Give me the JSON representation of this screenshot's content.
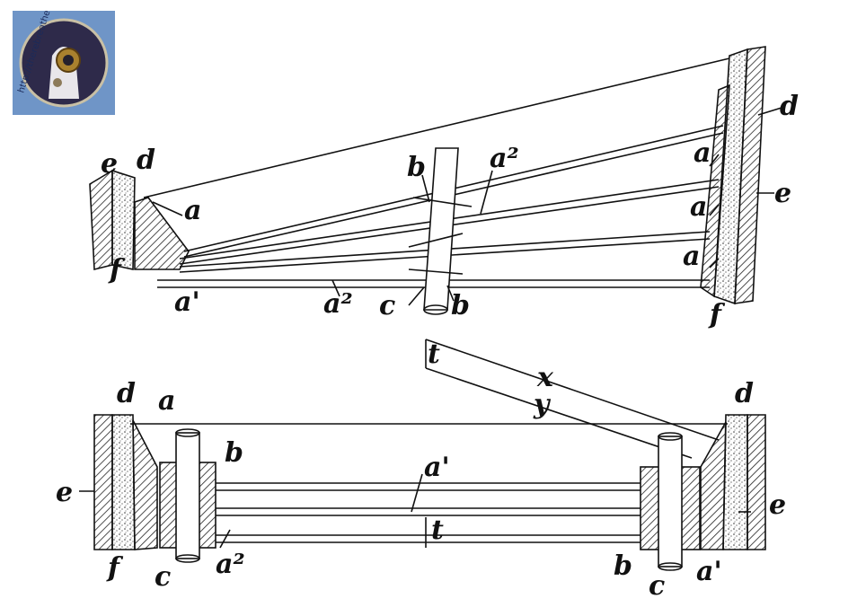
{
  "logo": {
    "url_text": "http://therebreathersite.nl"
  },
  "figure_top": {
    "labels": {
      "e_left": "e",
      "d_left": "d",
      "a_left": "a",
      "f_left": "f",
      "a_prime": "a'",
      "a2_bottom": "a²",
      "c": "c",
      "b_bottom": "b",
      "b_top": "b",
      "a2_top": "a²",
      "d_right": "d",
      "a_right_1": "a",
      "e_right": "e",
      "a_right_2": "a",
      "a_right_3": "a",
      "f_right": "f"
    }
  },
  "figure_bottom": {
    "labels": {
      "t_top": "t",
      "x": "x",
      "y": "y",
      "d_left": "d",
      "a_left": "a",
      "b": "b",
      "e_left": "e",
      "a_prime_mid": "a'",
      "t_mid": "t",
      "f": "f",
      "c_left": "c",
      "a2": "a²",
      "d_right": "d",
      "e_right": "e",
      "b_right": "b",
      "c_right": "c",
      "a_right": "a'"
    }
  }
}
